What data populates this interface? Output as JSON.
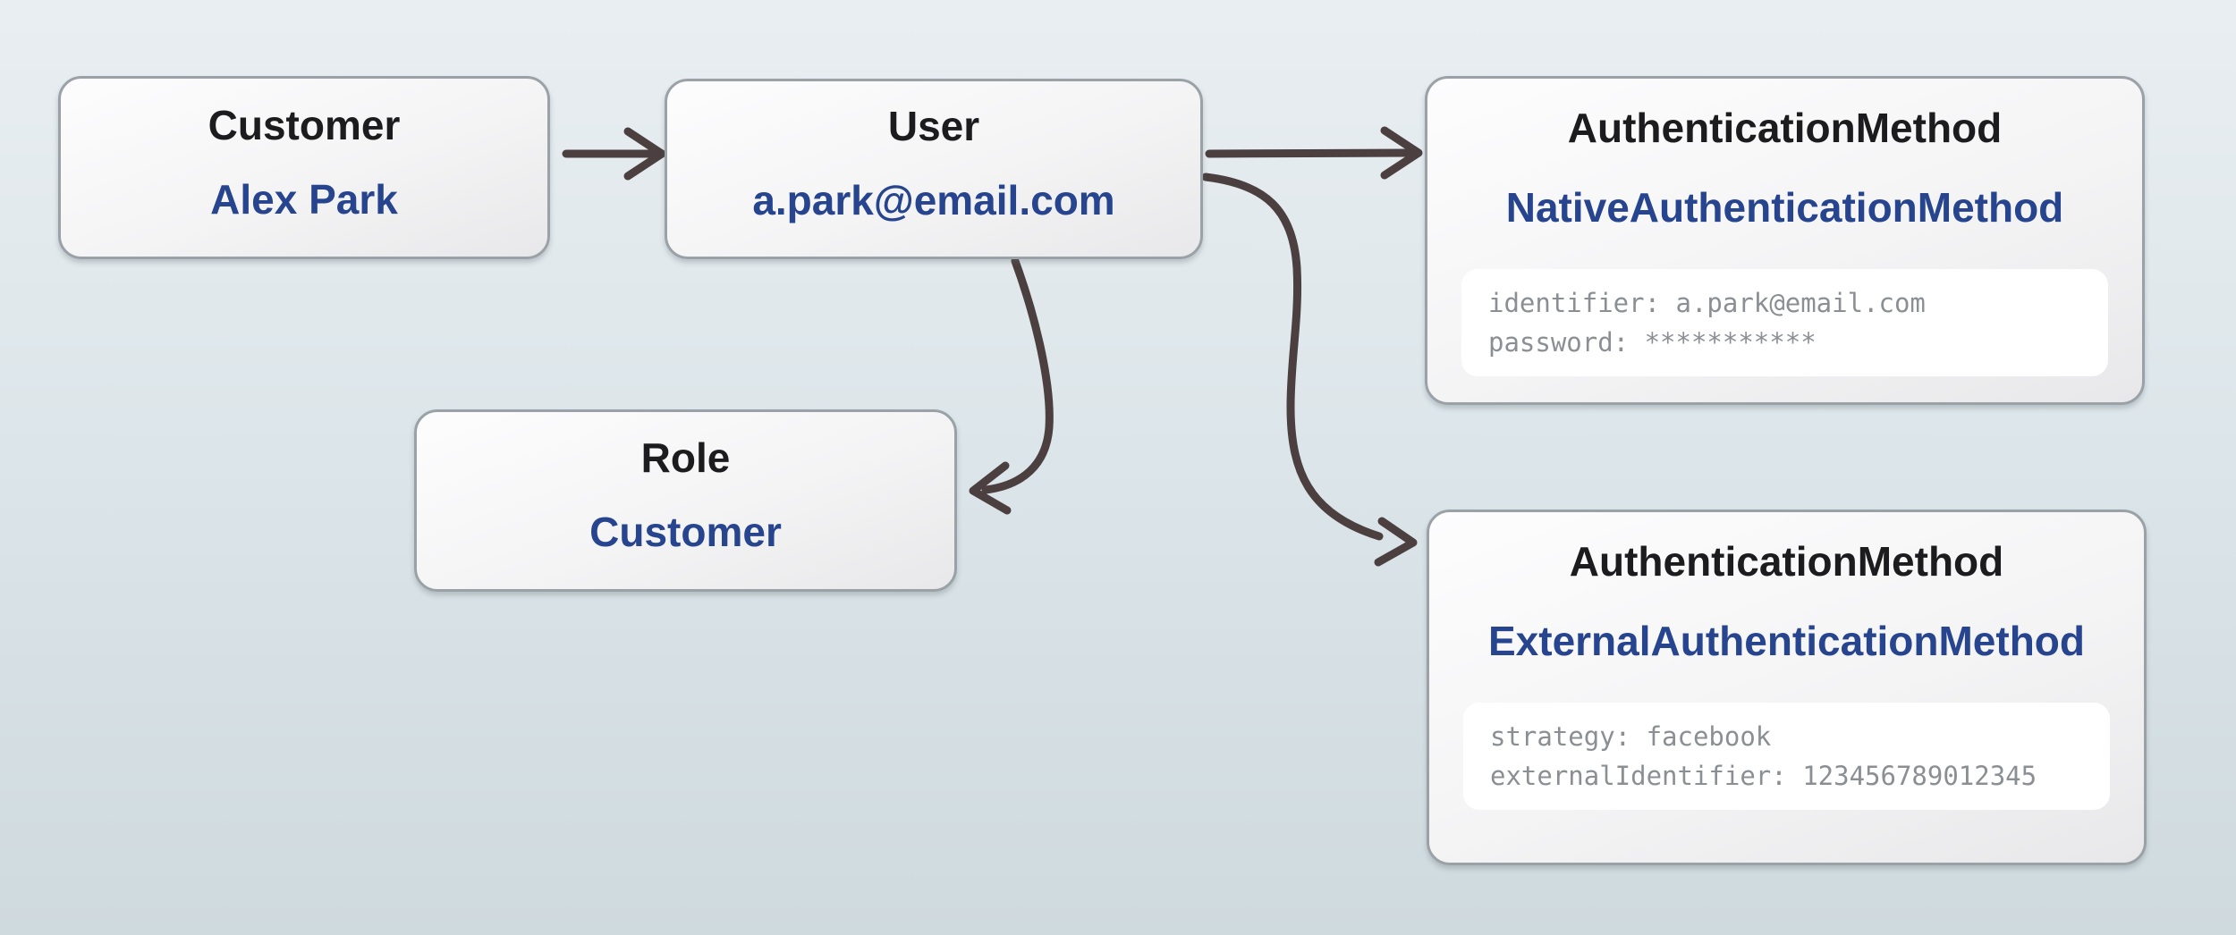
{
  "diagram": {
    "nodes": {
      "customer": {
        "title": "Customer",
        "value": "Alex Park"
      },
      "user": {
        "title": "User",
        "value": "a.park@email.com"
      },
      "native_auth": {
        "title": "AuthenticationMethod",
        "value": "NativeAuthenticationMethod",
        "attributes": [
          "identifier: a.park@email.com",
          "password: ***********"
        ]
      },
      "role": {
        "title": "Role",
        "value": "Customer"
      },
      "external_auth": {
        "title": "AuthenticationMethod",
        "value": "ExternalAuthenticationMethod",
        "attributes": [
          "strategy: facebook",
          "externalIdentifier: 123456789012345"
        ]
      }
    },
    "edges": [
      {
        "from": "customer",
        "to": "user"
      },
      {
        "from": "user",
        "to": "native_auth"
      },
      {
        "from": "user",
        "to": "role"
      },
      {
        "from": "user",
        "to": "external_auth"
      }
    ],
    "colors": {
      "entity_title": "#1c1c1e",
      "entity_value": "#27448f",
      "attribute_text": "#8b8f94",
      "arrow": "#4b3f3f",
      "node_border": "#9aa2a7",
      "background_top": "#e9eef2",
      "background_bottom": "#cfdade"
    }
  }
}
